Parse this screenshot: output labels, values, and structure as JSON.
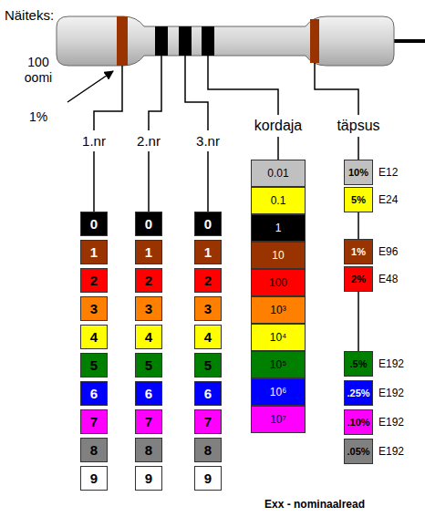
{
  "diagram": {
    "nodes": [
      {
        "text": [
          "0"
        ]
      },
      {
        "text": [
          "1"
        ]
      },
      {
        "text": [
          "2"
        ]
      },
      {
        "text": [
          "3"
        ]
      },
      {
        "text": [
          "4"
        ]
      },
      {
        "text": [
          "5"
        ]
      },
      {
        "text": [
          "6"
        ]
      },
      {
        "text": [
          "7"
        ]
      },
      {
        "text": [
          "8"
        ]
      },
      {
        "text": [
          "9"
        ]
      },
      {
        "text": [
          "0"
        ]
      },
      {
        "text": [
          "1"
        ]
      },
      {
        "text": [
          "2"
        ]
      },
      {
        "text": [
          "3"
        ]
      },
      {
        "text": [
          "4"
        ]
      },
      {
        "text": [
          "5"
        ]
      },
      {
        "text": [
          "6"
        ]
      },
      {
        "text": [
          "7"
        ]
      },
      {
        "text": [
          "8"
        ]
      },
      {
        "text": [
          "9"
        ]
      },
      {
        "text": [
          "0"
        ]
      },
      {
        "text": [
          "1"
        ]
      },
      {
        "text": [
          "2"
        ]
      },
      {
        "text": [
          "3"
        ]
      },
      {
        "text": [
          "4"
        ]
      },
      {
        "text": [
          "5"
        ]
      },
      {
        "text": [
          "6"
        ]
      },
      {
        "text": [
          "7"
        ]
      },
      {
        "text": [
          "8"
        ]
      },
      {
        "text": [
          "9"
        ]
      },
      {
        "text": [
          "0.01"
        ]
      },
      {
        "text": [
          "0.1"
        ]
      },
      {
        "text": [
          "1"
        ]
      },
      {
        "text": [
          "10"
        ]
      },
      {
        "text": [
          "100"
        ]
      },
      {
        "text": [
          "10³"
        ]
      },
      {
        "text": [
          "10⁴"
        ]
      },
      {
        "text": [
          "10⁵"
        ]
      },
      {
        "text": [
          "10⁶"
        ]
      },
      {
        "text": [
          "10⁷"
        ]
      },
      {
        "text": [
          "10%"
        ]
      },
      {
        "text": [
          "5%"
        ]
      },
      {
        "text": [
          "1%"
        ]
      },
      {
        "text": [
          "2%"
        ]
      },
      {
        "text": [
          ".5%"
        ]
      },
      {
        "text": [
          ".25%"
        ]
      },
      {
        "text": [
          ".10%"
        ]
      },
      {
        "text": [
          ".05%"
        ]
      }
    ],
    "edges": [
      {
        "from": 41,
        "to": 42,
        "arrow": "none"
      },
      {
        "from": 43,
        "to": 44,
        "arrow": "none"
      }
    ],
    "labels": [
      "Näiteks:",
      "100 oomi",
      "1%",
      "1.nr",
      "2.nr",
      "3.nr",
      "kordaja",
      "täpsus",
      "E12",
      "E24",
      "E96",
      "E48",
      "E192",
      "E192",
      "E192",
      "E192",
      "Exx - nominaalread"
    ]
  }
}
